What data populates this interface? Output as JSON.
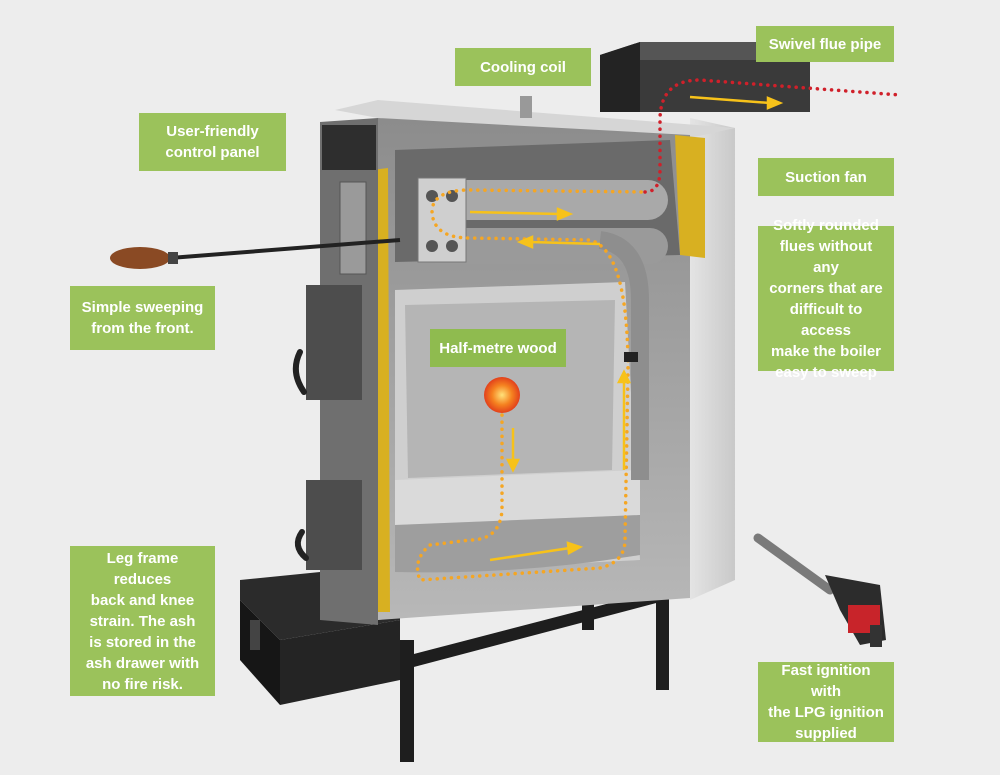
{
  "labels": {
    "swivel_flue_pipe": "Swivel flue pipe",
    "cooling_coil": "Cooling coil",
    "control_panel": "User-friendly\ncontrol panel",
    "suction_fan": "Suction fan",
    "rounded_flues": "Softly rounded\nflues without any\ncorners that are\ndifficult to access\nmake the boiler\neasy to sweep",
    "sweeping": "Simple sweeping\nfrom the front.",
    "half_metre_wood": "Half-metre wood",
    "leg_frame": "Leg frame reduces\nback and knee\nstrain. The ash\nis stored in the\nash drawer with\nno fire risk.",
    "ignition": "Fast ignition with\nthe LPG ignition\nsupplied"
  },
  "colors": {
    "background": "#ededed",
    "label_green": "#9bc25b",
    "label_text": "#ffffff",
    "flow_dots_orange": "#f5a623",
    "flow_dots_red": "#d0202a",
    "flow_arrow_yellow": "#f7c21a",
    "boiler_casing": "#b9b9b9",
    "boiler_dark": "#3a3a3a",
    "insulation_yellow": "#d8b021"
  }
}
